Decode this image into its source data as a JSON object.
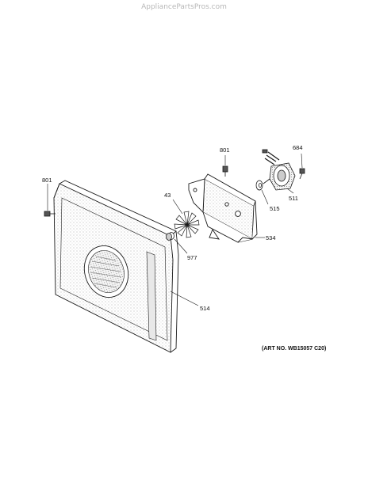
{
  "watermark": "AppliancePartsPros.com",
  "art_number": "(ART NO. WB15057 C20)",
  "callouts": {
    "screw_left": "801",
    "screw_top": "801",
    "screw_right": "684",
    "fan_blade": "43",
    "motor": "511",
    "washer": "515",
    "spacer": "977",
    "bracket": "534",
    "panel": "514"
  },
  "colors": {
    "line": "#1a1a1a",
    "stipple": "#9a9a9a"
  }
}
